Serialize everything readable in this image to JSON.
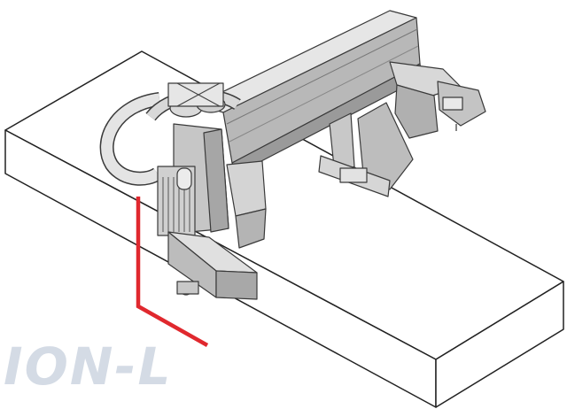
{
  "watermark": {
    "text": "ION-L"
  },
  "colors": {
    "outline": "#222222",
    "metal_light": "#dcdcdc",
    "metal_mid": "#bdbdbd",
    "metal_dark": "#8d8d8d",
    "indicator": "#e0282e",
    "watermark": "#d4dbe5"
  },
  "icons": [
    "machine-table",
    "gantry-beam",
    "tool-head",
    "cable-track",
    "spindle-arm",
    "carriage-end",
    "support-leg",
    "red-reference-line"
  ]
}
